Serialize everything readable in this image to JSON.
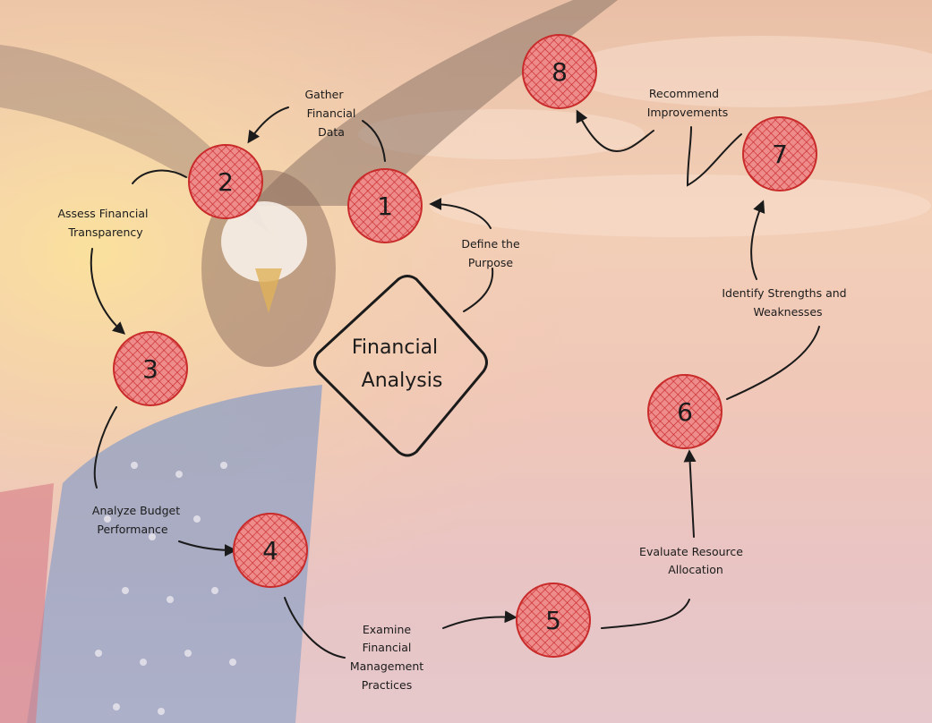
{
  "center": {
    "line1": "Financial",
    "line2": "Analysis"
  },
  "steps": [
    {
      "n": "1"
    },
    {
      "n": "2"
    },
    {
      "n": "3"
    },
    {
      "n": "4"
    },
    {
      "n": "5"
    },
    {
      "n": "6"
    },
    {
      "n": "7"
    },
    {
      "n": "8"
    }
  ],
  "labels": {
    "define": [
      "Define the",
      "Purpose"
    ],
    "gather": [
      "Gather",
      "Financial",
      "Data"
    ],
    "assess": [
      "Assess Financial",
      "Transparency"
    ],
    "analyze": [
      "Analyze Budget",
      "Performance"
    ],
    "examine": [
      "Examine",
      "Financial",
      "Management",
      "Practices"
    ],
    "evaluate": [
      "Evaluate Resource",
      "Allocation"
    ],
    "identify": [
      "Identify Strengths and",
      "Weaknesses"
    ],
    "recommend": [
      "Recommend",
      "Improvements"
    ]
  },
  "colors": {
    "node_fill": "#e35d5d",
    "node_stroke": "#c92a2a",
    "ink": "#1b1b1b"
  }
}
